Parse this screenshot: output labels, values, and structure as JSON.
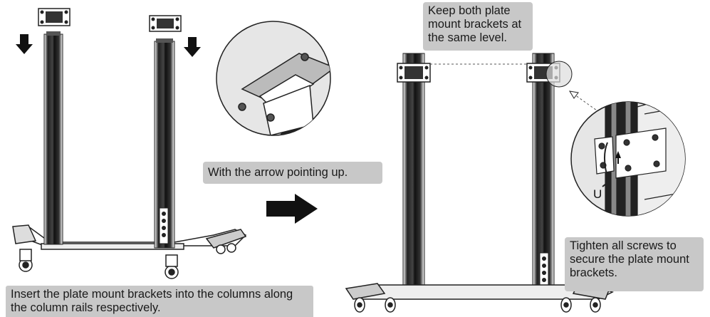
{
  "captions": {
    "insert": "Insert the plate mount brackets into the columns along the column rails respectively.",
    "arrow_up": "With the arrow pointing up.",
    "same_level": "Keep both plate mount brackets at the same level.",
    "tighten": "Tighten all screws to secure the plate mount brackets."
  },
  "labels": {
    "u": "U"
  },
  "colors": {
    "column_dark": "#1c1c1c",
    "outline": "#222222",
    "caption_bg": "#c8c8c8",
    "zoom_bg": "#e6e6e6"
  },
  "icons": [
    "down-arrow-icon",
    "right-arrow-icon",
    "up-arrow-icon"
  ]
}
